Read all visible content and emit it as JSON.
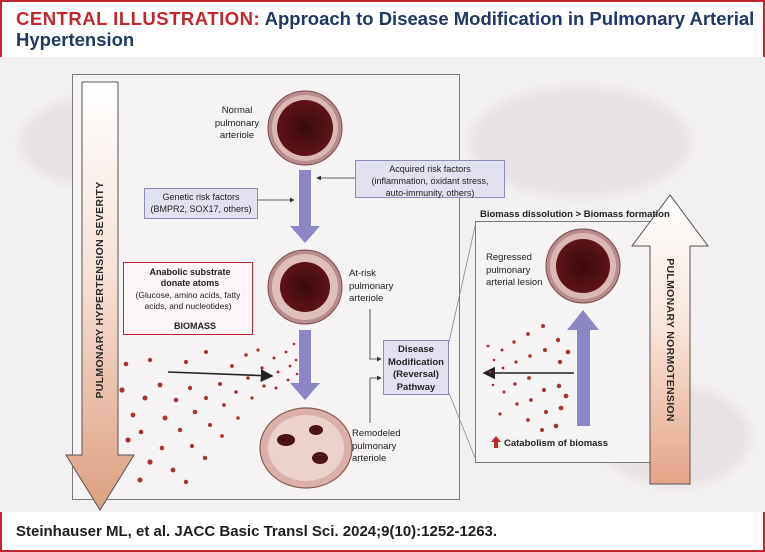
{
  "title": {
    "label": "CENTRAL ILLUSTRATION:",
    "text": "Approach to Disease Modification in Pulmonary Arterial Hypertension"
  },
  "left_axis": "PULMONARY HYPERTENSION SEVERITY",
  "right_axis": "PULMONARY NORMOTENSION",
  "stages": {
    "normal": "Normal pulmonary arteriole",
    "at_risk": "At-risk pulmonary arteriole",
    "remodeled": "Remodeled pulmonary arteriole",
    "regressed": "Regressed pulmonary arterial lesion"
  },
  "risk_factors": {
    "genetic_title": "Genetic risk factors",
    "genetic_detail": "(BMPR2, SOX17, others)",
    "acquired_title": "Acquired risk factors",
    "acquired_detail": "(inflammation, oxidant stress, auto-immunity, others)"
  },
  "anabolic": {
    "title": "Anabolic substrate donate atoms",
    "detail": "(Glucose, amino acids, fatty acids, and nucleotides)",
    "result": "BIOMASS"
  },
  "pathway": "Disease Modification (Reversal) Pathway",
  "biomass_header": "Biomass dissolution > Biomass formation",
  "catabolism": "Catabolism of biomass",
  "citation": "Steinhauser ML, et al. JACC Basic Transl Sci. 2024;9(10):1252-1263.",
  "colors": {
    "accent_red": "#c1272d",
    "title_navy": "#1f3864",
    "arrow_purple": "#8c87c4",
    "box_lavender": "#e2e1ef",
    "vessel_dark": "#5a1a1e"
  }
}
